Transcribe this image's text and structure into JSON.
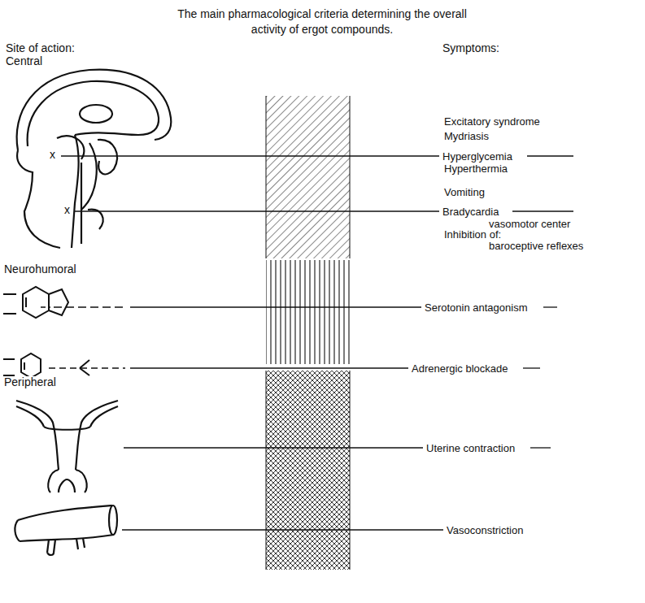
{
  "diagram": {
    "title": "The main pharmacological criteria determining the overall activity of ergot compounds.",
    "labels": [
      "Site of action:",
      "Central",
      "Symptoms:",
      "Excitatory syndrome",
      "Mydriasis",
      "Hyperglycemia",
      "Hyperthermia",
      "Vomiting",
      "Bradycardia",
      "vasomotor center",
      "Inhibition of:",
      "baroceptive reflexes",
      "x",
      "x",
      "Neurohumoral",
      "Serotonin antagonism",
      "Adrenergic blockade",
      "Peripheral",
      "Uterine contraction",
      "Vasoconstriction"
    ]
  }
}
